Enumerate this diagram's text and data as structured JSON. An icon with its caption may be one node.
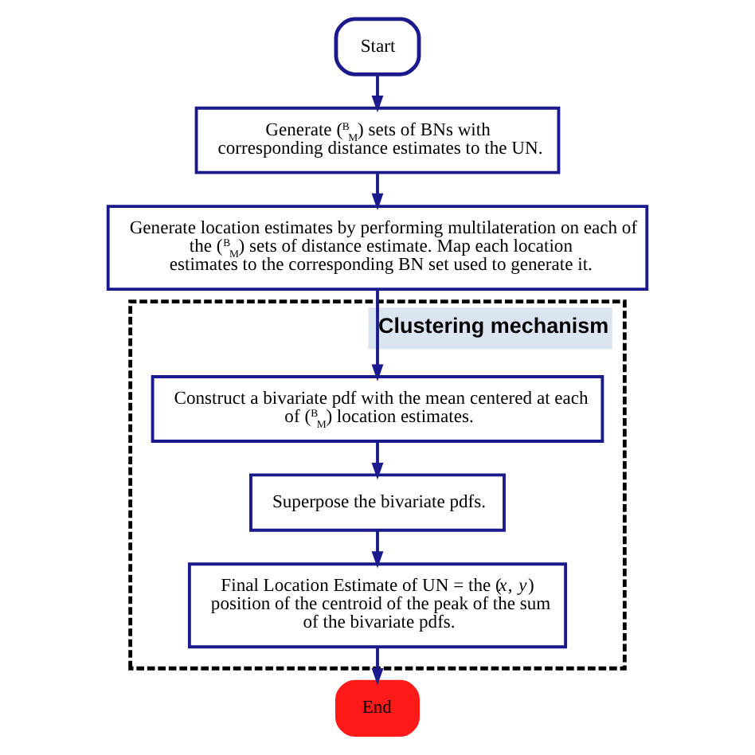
{
  "diagram": {
    "nodes": [
      {
        "text": [
          "Start"
        ]
      },
      {
        "text": [
          "Generate ($^{B}$$_{M}$) sets of BNs with corresponding distance estimates to the UN."
        ]
      },
      {
        "text": [
          "Generate location estimates by performing multilateration on each of the ($^{B}$$_{M}$) sets of distance estimate. Map each location estimates to the corresponding BN set used to generate it."
        ]
      },
      {
        "text": [
          "Clustering mechanism"
        ]
      },
      {
        "text": [
          "Construct a bivariate pdf with the mean centered at each of ($^{B}$$_{M}$) location estimates."
        ],
        "in": 3
      },
      {
        "text": [
          "Superpose the bivariate pdfs."
        ],
        "in": 3
      },
      {
        "text": [
          "Final Location Estimate of UN = the (*x*, *y*) position of the centroid of the peak of the sum of the bivariate pdfs."
        ],
        "in": 3
      },
      {
        "text": [
          "End"
        ]
      }
    ],
    "edges": [
      {
        "from": 0,
        "to": 1,
        "arrow": "to"
      },
      {
        "from": 1,
        "to": 2,
        "arrow": "to"
      },
      {
        "from": 2,
        "to": 4,
        "arrow": "to"
      },
      {
        "from": 4,
        "to": 5,
        "arrow": "to"
      },
      {
        "from": 5,
        "to": 6,
        "arrow": "to"
      },
      {
        "from": 6,
        "to": 7,
        "arrow": "to"
      }
    ]
  }
}
